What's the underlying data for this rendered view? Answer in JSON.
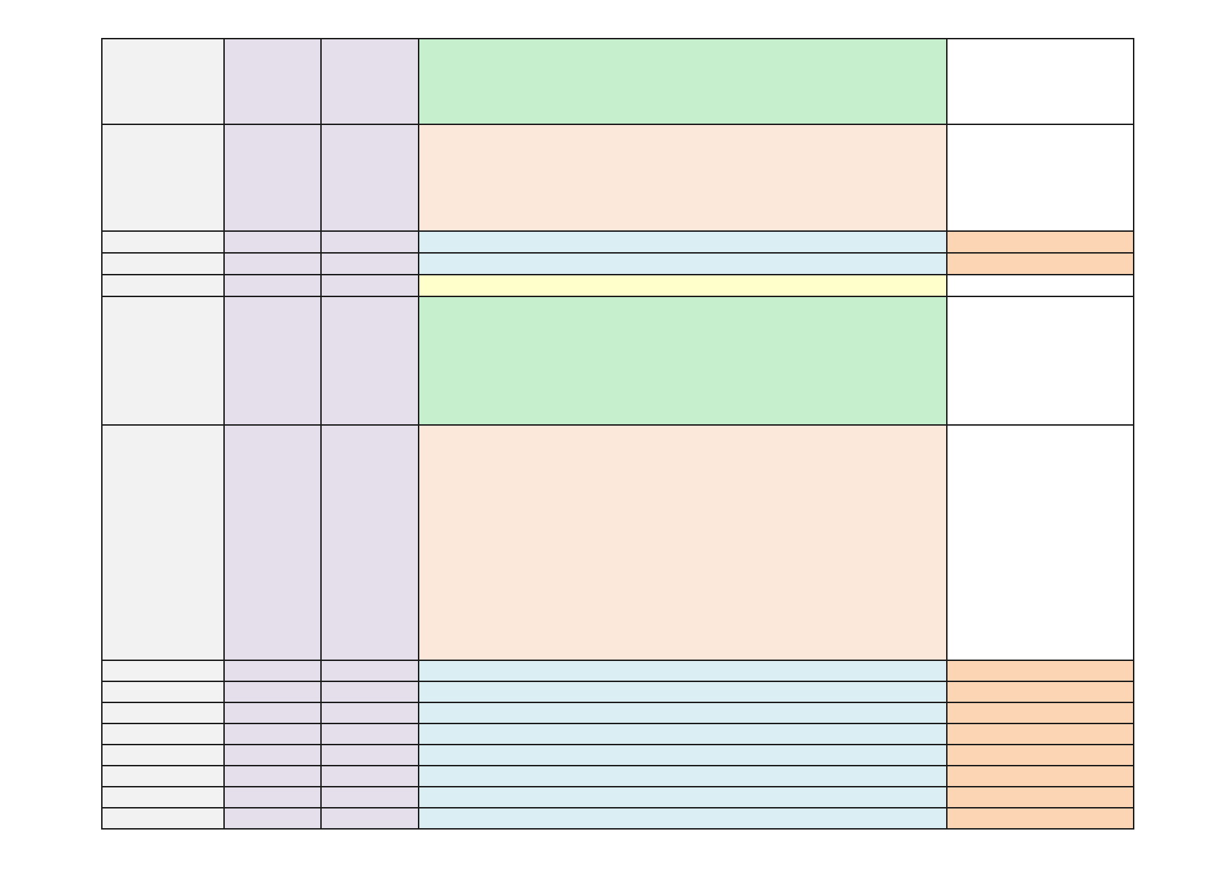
{
  "colors": {
    "grid_border": "#1a1a1a",
    "column_a_fill": "#f2f2f2",
    "column_b_fill": "#e5dfec",
    "column_c_fill": "#e5dfec",
    "column_e_fill": "#ffffff",
    "green": "#c6efce",
    "peach": "#fce8da",
    "light_blue": "#daeef3",
    "light_yellow": "#ffffcc",
    "orange": "#fcd5b4",
    "white": "#ffffff"
  },
  "rows": [
    {
      "d_fill": "green",
      "e_fill": "white",
      "cells": [
        "",
        "",
        "",
        "",
        ""
      ]
    },
    {
      "d_fill": "peach",
      "e_fill": "white",
      "cells": [
        "",
        "",
        "",
        "",
        ""
      ]
    },
    {
      "d_fill": "blue",
      "e_fill": "orange",
      "cells": [
        "",
        "",
        "",
        "",
        ""
      ]
    },
    {
      "d_fill": "blue",
      "e_fill": "orange",
      "cells": [
        "",
        "",
        "",
        "",
        ""
      ]
    },
    {
      "d_fill": "yellow",
      "e_fill": "white",
      "cells": [
        "",
        "",
        "",
        "",
        ""
      ]
    },
    {
      "d_fill": "green",
      "e_fill": "white",
      "cells": [
        "",
        "",
        "",
        "",
        ""
      ]
    },
    {
      "d_fill": "peach",
      "e_fill": "white",
      "cells": [
        "",
        "",
        "",
        "",
        ""
      ]
    },
    {
      "d_fill": "blue",
      "e_fill": "orange",
      "cells": [
        "",
        "",
        "",
        "",
        ""
      ]
    },
    {
      "d_fill": "blue",
      "e_fill": "orange",
      "cells": [
        "",
        "",
        "",
        "",
        ""
      ]
    },
    {
      "d_fill": "blue",
      "e_fill": "orange",
      "cells": [
        "",
        "",
        "",
        "",
        ""
      ]
    },
    {
      "d_fill": "blue",
      "e_fill": "orange",
      "cells": [
        "",
        "",
        "",
        "",
        ""
      ]
    },
    {
      "d_fill": "blue",
      "e_fill": "orange",
      "cells": [
        "",
        "",
        "",
        "",
        ""
      ]
    },
    {
      "d_fill": "blue",
      "e_fill": "orange",
      "cells": [
        "",
        "",
        "",
        "",
        ""
      ]
    },
    {
      "d_fill": "blue",
      "e_fill": "orange",
      "cells": [
        "",
        "",
        "",
        "",
        ""
      ]
    },
    {
      "d_fill": "blue",
      "e_fill": "orange",
      "cells": [
        "",
        "",
        "",
        "",
        ""
      ]
    }
  ]
}
